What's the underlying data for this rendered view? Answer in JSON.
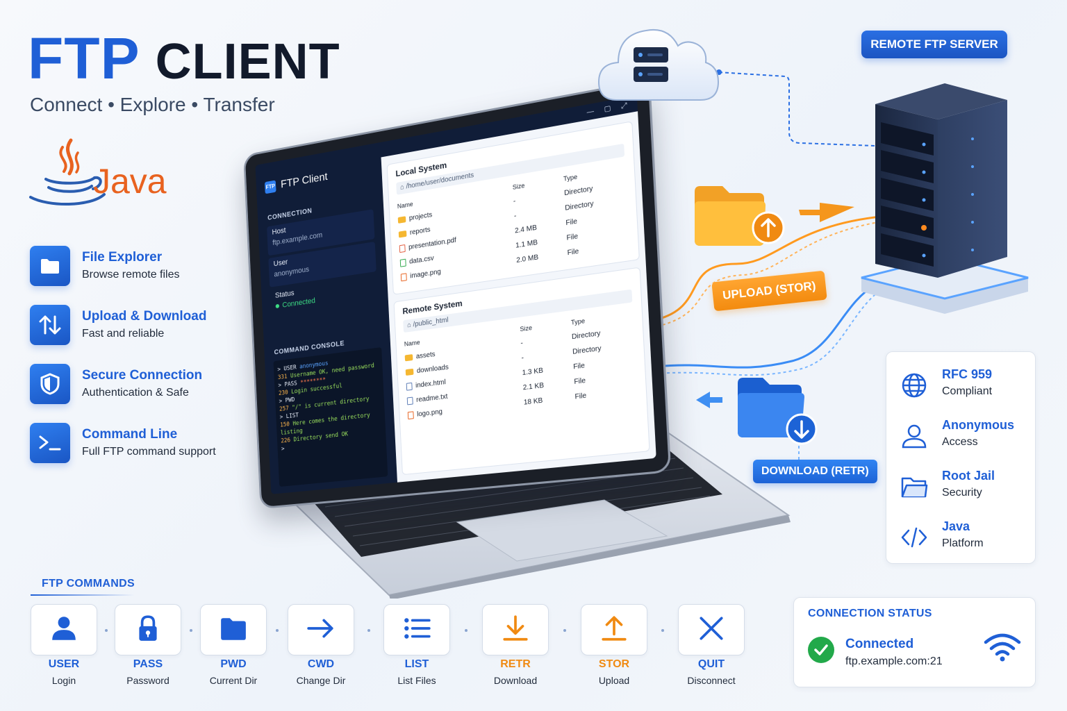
{
  "header": {
    "title_primary": "FTP",
    "title_secondary": "CLIENT",
    "subtitle": "Connect • Explore • Transfer"
  },
  "java_logo": {
    "word": "Java",
    "icon": "java-cup-icon"
  },
  "features": [
    {
      "title": "File Explorer",
      "desc": "Browse remote files",
      "icon": "folder-icon"
    },
    {
      "title": "Upload & Download",
      "desc": "Fast and reliable",
      "icon": "up-down-arrows-icon"
    },
    {
      "title": "Secure Connection",
      "desc": "Authentication & Safe",
      "icon": "shield-icon"
    },
    {
      "title": "Command Line",
      "desc": "Full FTP command support",
      "icon": "terminal-icon"
    }
  ],
  "app": {
    "title": "FTP Client",
    "logo_text": "FTP",
    "sidebar": {
      "connection_heading": "CONNECTION",
      "host_label": "Host",
      "host_value": "ftp.example.com",
      "user_label": "User",
      "user_value": "anonymous",
      "status_label": "Status",
      "status_value": "Connected"
    },
    "console": {
      "heading": "COMMAND CONSOLE",
      "lines": [
        {
          "prompt": "> USER ",
          "value": "anonymous",
          "kind": "cmd"
        },
        {
          "code": "331 ",
          "text": "Username OK, need password",
          "kind": "resp"
        },
        {
          "prompt": "> PASS ",
          "value": "********",
          "kind": "pw"
        },
        {
          "code": "230 ",
          "text": "Login successful",
          "kind": "ok"
        },
        {
          "prompt": "> PWD",
          "value": "",
          "kind": "cmd"
        },
        {
          "code": "257 ",
          "text": "\"/\" is current directory",
          "kind": "ok"
        },
        {
          "prompt": "> LIST",
          "value": "",
          "kind": "cmd"
        },
        {
          "code": "150 ",
          "text": "Here comes the directory listing",
          "kind": "ok"
        },
        {
          "code": "226 ",
          "text": "Directory send OK",
          "kind": "ok"
        },
        {
          "prompt": ">",
          "value": "",
          "kind": "cmd"
        }
      ]
    },
    "local": {
      "title": "Local System",
      "path": "/home/user/documents",
      "headers": {
        "name": "Name",
        "size": "Size",
        "type": "Type"
      },
      "rows": [
        {
          "name": "projects",
          "size": "-",
          "type": "Directory",
          "icon": "folder"
        },
        {
          "name": "reports",
          "size": "-",
          "type": "Directory",
          "icon": "folder"
        },
        {
          "name": "presentation.pdf",
          "size": "2.4 MB",
          "type": "File",
          "icon": "pdf"
        },
        {
          "name": "data.csv",
          "size": "1.1 MB",
          "type": "File",
          "icon": "csv"
        },
        {
          "name": "image.png",
          "size": "2.0 MB",
          "type": "File",
          "icon": "img"
        }
      ]
    },
    "remote": {
      "title": "Remote System",
      "path": "/public_html",
      "headers": {
        "name": "Name",
        "size": "Size",
        "type": "Type"
      },
      "rows": [
        {
          "name": "assets",
          "size": "-",
          "type": "Directory",
          "icon": "folder"
        },
        {
          "name": "downloads",
          "size": "-",
          "type": "Directory",
          "icon": "folder"
        },
        {
          "name": "index.html",
          "size": "1.3 KB",
          "type": "File",
          "icon": "doc"
        },
        {
          "name": "readme.txt",
          "size": "2.1 KB",
          "type": "File",
          "icon": "doc"
        },
        {
          "name": "logo.png",
          "size": "18 KB",
          "type": "File",
          "icon": "img"
        }
      ]
    }
  },
  "server": {
    "label": "REMOTE FTP SERVER"
  },
  "transfer": {
    "upload_label": "UPLOAD (STOR)",
    "download_label": "DOWNLOAD (RETR)"
  },
  "info": [
    {
      "title": "RFC 959",
      "desc": "Compliant",
      "icon": "globe-icon"
    },
    {
      "title": "Anonymous",
      "desc": "Access",
      "icon": "user-icon"
    },
    {
      "title": "Root Jail",
      "desc": "Security",
      "icon": "folder-open-icon"
    },
    {
      "title": "Java",
      "desc": "Platform",
      "icon": "code-icon"
    }
  ],
  "commands": {
    "heading": "FTP COMMANDS",
    "items": [
      {
        "name": "USER",
        "desc": "Login",
        "icon": "user-icon",
        "color": "#1f5fd6"
      },
      {
        "name": "PASS",
        "desc": "Password",
        "icon": "lock-icon",
        "color": "#1f5fd6"
      },
      {
        "name": "PWD",
        "desc": "Current Dir",
        "icon": "folder-icon",
        "color": "#1f5fd6"
      },
      {
        "name": "CWD",
        "desc": "Change Dir",
        "icon": "arrow-right-icon",
        "color": "#1f5fd6"
      },
      {
        "name": "LIST",
        "desc": "List Files",
        "icon": "list-icon",
        "color": "#1f5fd6"
      },
      {
        "name": "RETR",
        "desc": "Download",
        "icon": "download-icon",
        "color": "#f08a12"
      },
      {
        "name": "STOR",
        "desc": "Upload",
        "icon": "upload-icon",
        "color": "#f08a12"
      },
      {
        "name": "QUIT",
        "desc": "Disconnect",
        "icon": "close-icon",
        "color": "#1f5fd6"
      }
    ]
  },
  "status": {
    "heading": "CONNECTION STATUS",
    "label": "Connected",
    "host": "ftp.example.com:21"
  },
  "colors": {
    "brand_blue": "#1f5fd6",
    "accent_orange": "#f08a12",
    "success_green": "#22a94a",
    "java_orange": "#e8621f"
  }
}
